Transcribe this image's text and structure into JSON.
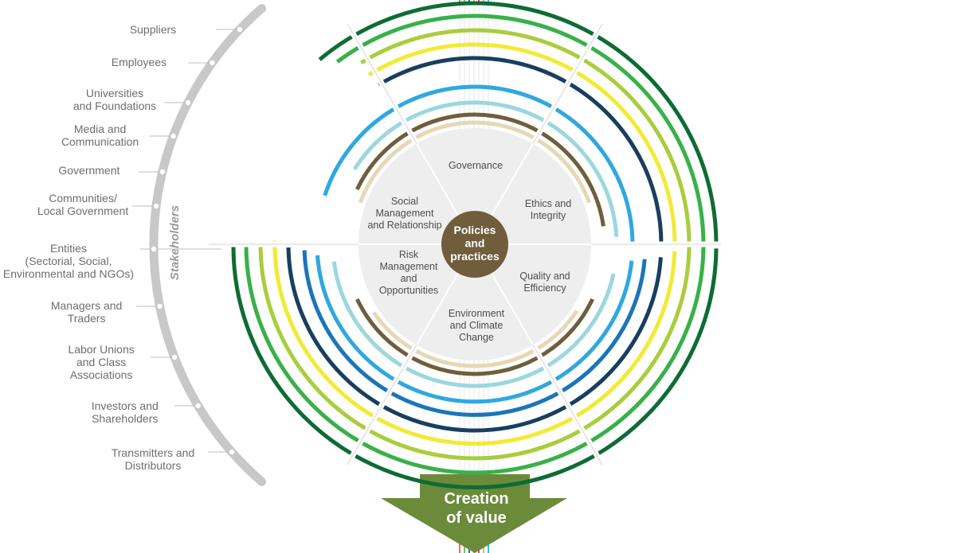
{
  "stakeholders": {
    "title": "Stakeholders",
    "items": [
      [
        "Suppliers"
      ],
      [
        "Employees"
      ],
      [
        "Universities",
        "and Foundations"
      ],
      [
        "Media and",
        "Communication"
      ],
      [
        "Government"
      ],
      [
        "Communities/",
        "Local Government"
      ],
      [
        "Entities",
        "(Sectorial, Social,",
        "Environmental and NGOs)"
      ],
      [
        "Managers and",
        "Traders"
      ],
      [
        "Labor Unions",
        "and Class",
        "Associations"
      ],
      [
        "Investors and",
        "Shareholders"
      ],
      [
        "Transmitters and",
        "Distributors"
      ]
    ]
  },
  "center": {
    "lines": [
      "Policies",
      "and",
      "practices"
    ]
  },
  "segments": [
    [
      "Governance"
    ],
    [
      "Ethics and",
      "Integrity"
    ],
    [
      "Quality and",
      "Efficiency"
    ],
    [
      "Environment",
      "and Climate",
      "Change"
    ],
    [
      "Risk",
      "Management",
      "and",
      "Opportunities"
    ],
    [
      "Social",
      "Management",
      "and Relationship"
    ]
  ],
  "outcome": {
    "lines": [
      "Creation",
      "of value"
    ]
  },
  "colors": {
    "center_disc": "#6f5d3c",
    "segments_fill": "#eeeeee",
    "arrow": "#6b8b3a",
    "stakeholder_arc": "#c8c8ca",
    "ring_colors": [
      "#e6d8b5",
      "#6f5d3c",
      "#9cd7df",
      "#2fa8df",
      "#1b75bb",
      "#173f5f",
      "#f2ea36",
      "#a9cd3c",
      "#39b04a",
      "#0f6b35"
    ]
  },
  "icons": [
    "downward-arrow-icon"
  ]
}
